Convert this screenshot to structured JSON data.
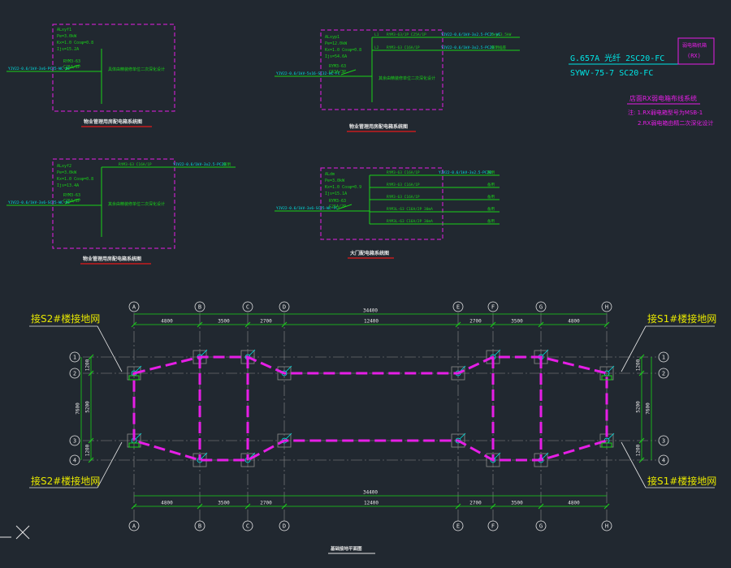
{
  "colors": {
    "background": "#212830",
    "cyan": "#00e5e5",
    "green": "#19d219",
    "magenta": "#e61ee6",
    "white": "#e6e6e6",
    "yellow": "#e6e600",
    "red": "#e61a1a",
    "grey": "#8c8c8c"
  },
  "panels": [
    {
      "title": "物业管理用房配电箱系统图",
      "specs": [
        "ALxyf1",
        "Pe=3.0kW",
        "Kx=1.0 Cosφ=0.8",
        "Ijs=15.2A"
      ],
      "incoming_cable": "YJV22-0.6/1kV-3x6-PC25-WC-FC",
      "main_breaker": [
        "RYM3-63",
        "C25A/2P"
      ],
      "notes": [
        "具体由精装修单位二次深化设计"
      ],
      "branches": []
    },
    {
      "title": "物业管理用房配电箱系统图",
      "specs": [
        "ALxyp1",
        "Pe=12.0kW",
        "Kx=1.0 Cosφ=0.8",
        "Ijs=54.6A"
      ],
      "incoming_cable": "YJV22-0.6/1kV-5x16-SC32-WC-FC",
      "main_breaker": [
        "RYM3-63",
        "C63A/3P"
      ],
      "notes": [
        "其余由精装修单位二次深化设计"
      ],
      "branches": [
        {
          "label": "L1",
          "breaker": "RYM3-63/1P C25A/1P",
          "cable": "YJV22-0.6/1kV-3x2.5-PC25-WC",
          "load": "Ucy=3.5kW"
        },
        {
          "label": "L2",
          "breaker": "RYM3-63 C16A/1P",
          "cable": "YJV22-0.6/1kV-3x2.5-PC20",
          "load": "照明插座"
        }
      ]
    },
    {
      "title": "物业管理用房配电箱系统图",
      "specs": [
        "ALxyf2",
        "Pe=3.0kW",
        "Kx=1.0 Cosφ=0.8",
        "Ijs=13.4A"
      ],
      "incoming_cable": "YJV22-0.6/1kV-3x6-SC25-WC-FC",
      "main_breaker": [
        "RYM3-63",
        "C25A/2P"
      ],
      "notes": [
        "其余由精装修单位二次深化设计"
      ],
      "branches": [
        {
          "label": "",
          "breaker": "RYM3-63 C16A/1P",
          "cable": "YJV22-0.6/1kV-3x2.5-PC20",
          "load": "照明"
        }
      ]
    },
    {
      "title": "大门配电箱系统图",
      "specs": [
        "ALdm",
        "Pe=3.0kW",
        "Kx=1.0 Cosφ=0.9",
        "Ijs=15.1A"
      ],
      "incoming_cable": "YJV22-0.6/1kV-3x6-SC25-WC-FC",
      "main_breaker": [
        "RYM3-63",
        "C25A/2P"
      ],
      "notes": [],
      "branches": [
        {
          "label": "",
          "breaker": "RYM3-63 C16A/1P",
          "cable": "YJV22-0.6/1kV-3x2.5-PC20",
          "load": "照明"
        },
        {
          "label": "",
          "breaker": "RYM3-63 C16A/1P",
          "cable": "",
          "load": "备用"
        },
        {
          "label": "",
          "breaker": "RYM3-63 C16A/1P",
          "cable": "",
          "load": "备用"
        },
        {
          "label": "",
          "breaker": "RYM3L-63 C16A/2P 30mA",
          "cable": "",
          "load": "备用"
        },
        {
          "label": "",
          "breaker": "RYM3L-63 C16A/2P 30mA",
          "cable": "",
          "load": "备用"
        }
      ]
    }
  ],
  "rx_system": {
    "cable1": "G.657A 光纤 2SC20-FC",
    "cable2": "SYWV-75-7 SC20-FC",
    "box_title": "弱电箱机箱",
    "box_code": "(RX)",
    "title": "店面RX弱电箱布线系统",
    "notes": [
      "注: 1.RX弱电箱型号为MSB-1",
      "2.RX弱电箱由精二次深化设计"
    ]
  },
  "plan": {
    "axes_x": [
      "A",
      "B",
      "C",
      "D",
      "E",
      "F",
      "G",
      "H"
    ],
    "axes_y": [
      "1",
      "2",
      "3",
      "4"
    ],
    "dims_x": [
      "4800",
      "3500",
      "2700",
      "12400",
      "2700",
      "3500",
      "4800"
    ],
    "total_x": "34400",
    "dims_y": [
      "1200",
      "5200",
      "1200"
    ],
    "total_y": "7600",
    "ground_labels": [
      "接S2#楼接地网",
      "接S1#楼接地网",
      "接S2#楼接地网",
      "接S1#楼接地网"
    ],
    "title": "基础接地平面图"
  }
}
